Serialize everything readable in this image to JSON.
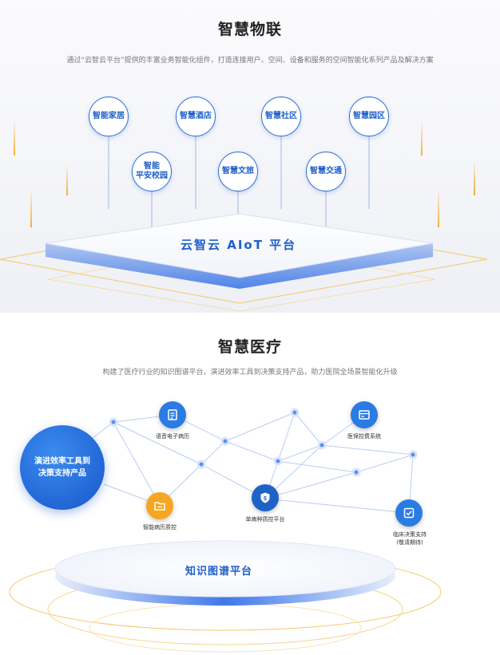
{
  "iot": {
    "title": "智慧物联",
    "subtitle": "通过“云智云平台”提供的丰富业务智能化组件，打造连接用户、空间、设备和服务的空间智能化系列产品及解决方案",
    "platform": "云智云 AIoT 平台",
    "items": [
      "智能家居",
      "智慧酒店",
      "智慧社区",
      "智慧园区",
      "智能\n平安校园",
      "智慧文旅",
      "智慧交通"
    ]
  },
  "med": {
    "title": "智慧医疗",
    "subtitle": "构建了医疗行业的知识图谱平台，演进效率工具到决策支持产品，助力医院全场景智能化升级",
    "circle_text": "演进效率工具到\n决策支持产品",
    "platform": "知识图谱平台",
    "nodes": [
      {
        "label": "语音电子病历",
        "icon": "document-icon",
        "color": "#2a7be4"
      },
      {
        "label": "医保控费系统",
        "icon": "card-icon",
        "color": "#2a7be4"
      },
      {
        "label": "单病种质控平台",
        "icon": "shield-icon",
        "color": "#1e62c8"
      },
      {
        "label": "智能病历质控",
        "icon": "folder-icon",
        "color": "#f5a623"
      },
      {
        "label": "临床决策支持\n(敬请期待)",
        "icon": "decision-icon",
        "color": "#2a7be4"
      }
    ]
  },
  "colors": {
    "accent": "#1f5fc8",
    "orange": "#f5a623"
  }
}
